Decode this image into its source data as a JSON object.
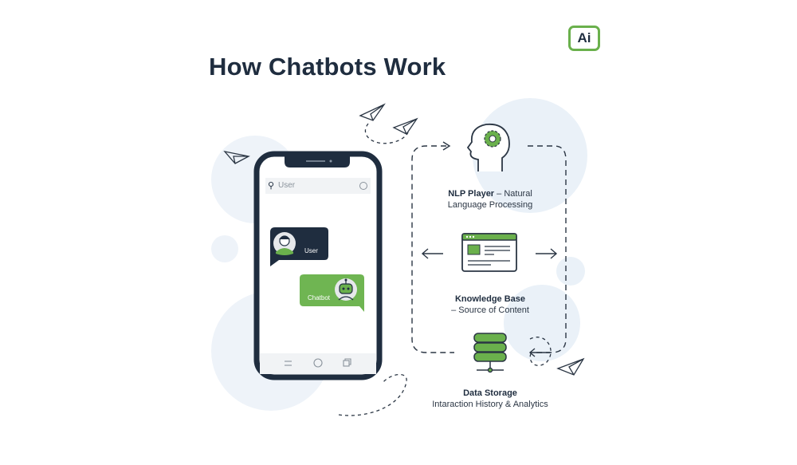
{
  "title": "How Chatbots Work",
  "logo": {
    "text": "Ai"
  },
  "phone": {
    "search_placeholder": "User",
    "user_bubble_label": "User",
    "chatbot_bubble_label": "Chatbot"
  },
  "components": [
    {
      "title": "NLP Player",
      "subtitle_inline": " – Natural",
      "subtitle": "Language Processing",
      "icon": "brain-gear-icon"
    },
    {
      "title": "Knowledge Base",
      "subtitle": "– Source of Content",
      "icon": "browser-window-icon"
    },
    {
      "title": "Data Storage",
      "subtitle": "Intaraction History & Analytics",
      "icon": "database-icon"
    }
  ],
  "colors": {
    "navy": "#1f2d3f",
    "green": "#6ab04c",
    "circle": "#eaf1f8"
  }
}
